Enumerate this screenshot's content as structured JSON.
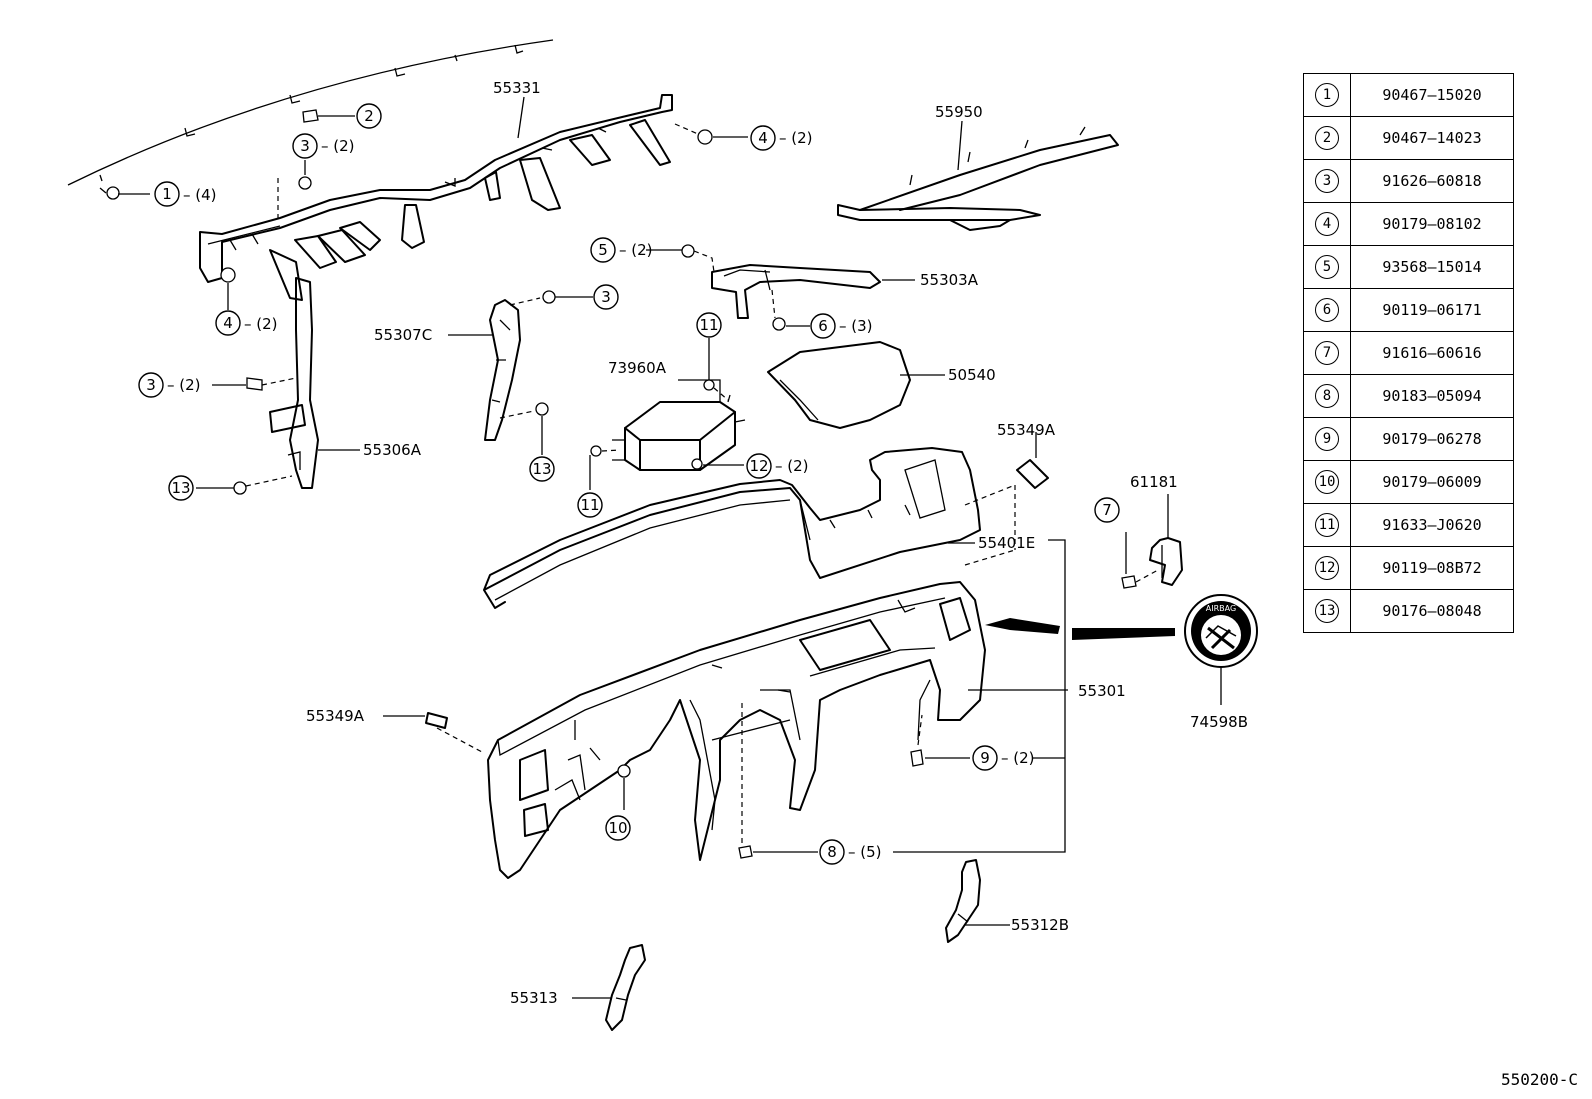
{
  "diagram_code": "550200-C",
  "part_labels": {
    "p55331": "55331",
    "p55950": "55950",
    "p55303A": "55303A",
    "p55307C": "55307C",
    "p73960A": "73960A",
    "p50540": "50540",
    "p55306A": "55306A",
    "p55349A_right": "55349A",
    "p61181": "61181",
    "p55401E": "55401E",
    "p55301": "55301",
    "p74598B": "74598B",
    "p55349A_left": "55349A",
    "p55312B": "55312B",
    "p55313": "55313"
  },
  "callouts": {
    "c1": {
      "num": "1",
      "qty": "– (4)"
    },
    "c2": {
      "num": "2",
      "qty": ""
    },
    "c3a": {
      "num": "3",
      "qty": "– (2)"
    },
    "c4a": {
      "num": "4",
      "qty": "– (2)"
    },
    "c4b": {
      "num": "4",
      "qty": "– (2)"
    },
    "c5": {
      "num": "5",
      "qty": "– (2)"
    },
    "c6": {
      "num": "6",
      "qty": "– (3)"
    },
    "c3b": {
      "num": "3",
      "qty": ""
    },
    "c11a": {
      "num": "11",
      "qty": ""
    },
    "c3c": {
      "num": "3",
      "qty": "– (2)"
    },
    "c13a": {
      "num": "13",
      "qty": ""
    },
    "c13b": {
      "num": "13",
      "qty": ""
    },
    "c11b": {
      "num": "11",
      "qty": ""
    },
    "c12": {
      "num": "12",
      "qty": "– (2)"
    },
    "c7": {
      "num": "7",
      "qty": ""
    },
    "c9": {
      "num": "9",
      "qty": "– (2)"
    },
    "c10": {
      "num": "10",
      "qty": ""
    },
    "c8": {
      "num": "8",
      "qty": "– (5)"
    }
  },
  "airbag_badge_text": "AIRBAG",
  "legend": [
    {
      "num": "1",
      "part": "90467–15020"
    },
    {
      "num": "2",
      "part": "90467–14023"
    },
    {
      "num": "3",
      "part": "91626–60818"
    },
    {
      "num": "4",
      "part": "90179–08102"
    },
    {
      "num": "5",
      "part": "93568–15014"
    },
    {
      "num": "6",
      "part": "90119–06171"
    },
    {
      "num": "7",
      "part": "91616–60616"
    },
    {
      "num": "8",
      "part": "90183–05094"
    },
    {
      "num": "9",
      "part": "90179–06278"
    },
    {
      "num": "10",
      "part": "90179–06009"
    },
    {
      "num": "11",
      "part": "91633–J0620"
    },
    {
      "num": "12",
      "part": "90119–08B72"
    },
    {
      "num": "13",
      "part": "90176–08048"
    }
  ]
}
